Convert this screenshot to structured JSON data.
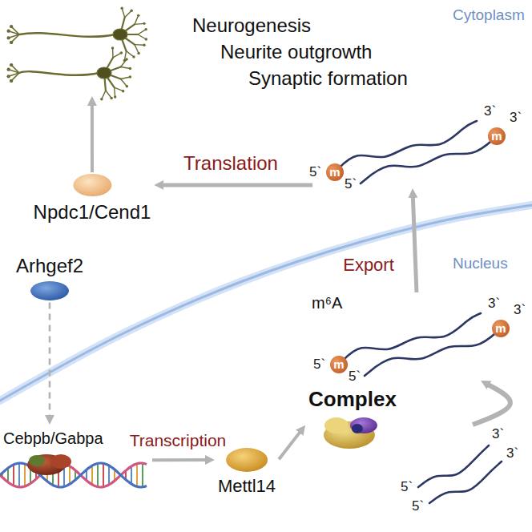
{
  "diagram": {
    "nodes": [
      {
        "text": [
          "Neurogenesis",
          "Neurite outgrowth",
          "Synaptic formation"
        ]
      },
      {
        "text": [
          "Npdc1/Cend1"
        ]
      },
      {
        "text": [
          "5`",
          "5`",
          "3`",
          "3`",
          "m",
          "m"
        ]
      },
      {
        "text": [
          "Arhgef2"
        ]
      },
      {
        "text": [
          "m⁶A",
          "5`",
          "5`",
          "3`",
          "3`",
          "m",
          "m"
        ]
      },
      {
        "text": [
          "Complex"
        ]
      },
      {
        "text": [
          "Cebpb/Gabpa"
        ]
      },
      {
        "text": [
          "Mettl14"
        ]
      },
      {
        "text": [
          "5`",
          "5`",
          "3`",
          "3`"
        ]
      }
    ],
    "edges": [
      {
        "from": 1,
        "to": 0,
        "arrow": "to"
      },
      {
        "from": 2,
        "to": 1,
        "label": "Translation",
        "arrow": "to"
      },
      {
        "from": 4,
        "to": 2,
        "label": "Export",
        "arrow": "to"
      },
      {
        "from": 3,
        "to": 6,
        "arrow": "to"
      },
      {
        "from": 6,
        "to": 7,
        "label": "Transcription",
        "arrow": "to"
      },
      {
        "from": 7,
        "to": 5,
        "arrow": "to"
      },
      {
        "from": 8,
        "to": 4,
        "arrow": "to"
      }
    ],
    "labels": [
      "Cytoplasm",
      "Nucleus"
    ]
  }
}
